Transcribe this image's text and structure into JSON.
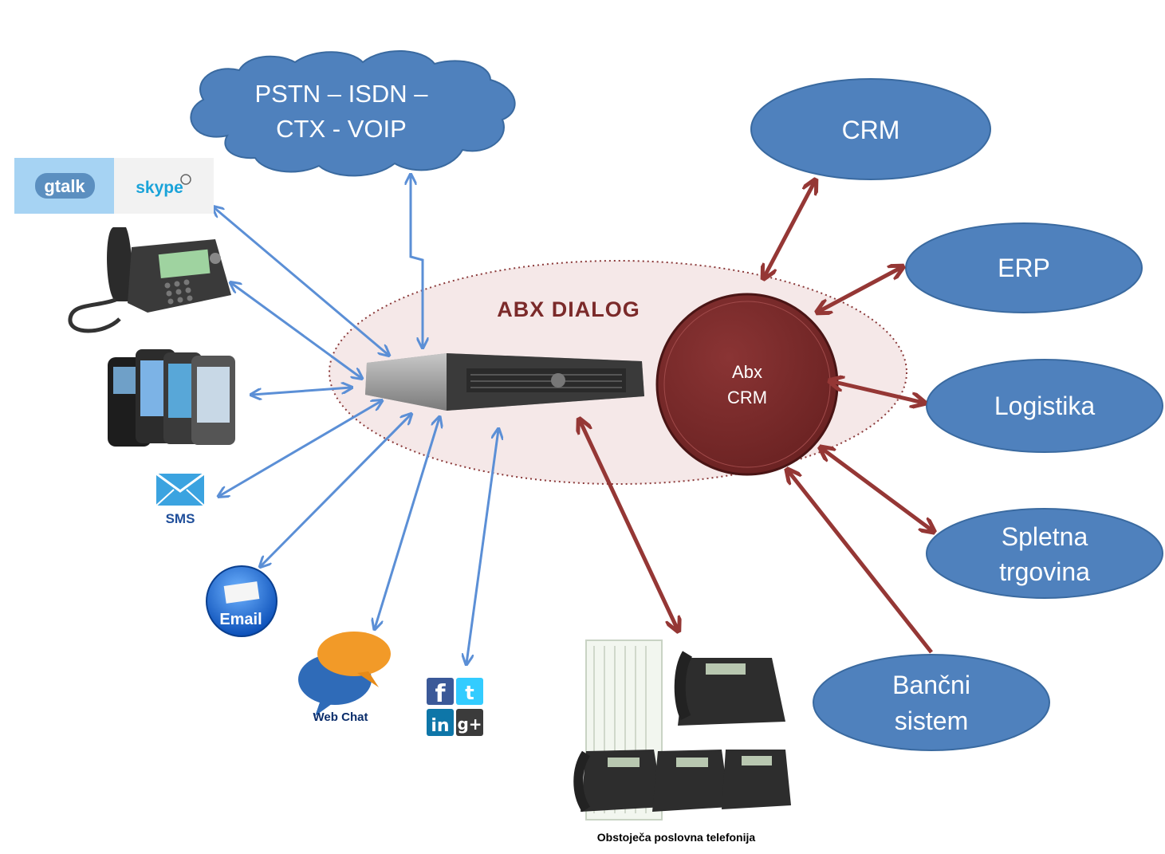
{
  "cloud": {
    "line1": "PSTN – ISDN –",
    "line2": "CTX - VOIP"
  },
  "hub": {
    "title": "ABX DIALOG"
  },
  "crm_core": {
    "line1": "Abx",
    "line2": "CRM"
  },
  "systems": {
    "crm": "CRM",
    "erp": "ERP",
    "logistika": "Logistika",
    "spletna_line1": "Spletna",
    "spletna_line2": "trgovina",
    "bancni_line1": "Bančni",
    "bancni_line2": "sistem"
  },
  "channels": {
    "gtalk": "gtalk",
    "skype": "skype",
    "sms": "SMS",
    "email": "Email",
    "webchat": "Web Chat"
  },
  "legacy": {
    "caption": "Obstoječa poslovna telefonija"
  },
  "colors": {
    "system_fill": "#4f81bd",
    "hub_fill": "#f5e8e8",
    "crm_fill": "#7b2a2a",
    "blue_arrow": "#5b8fd6",
    "red_arrow": "#953735"
  }
}
